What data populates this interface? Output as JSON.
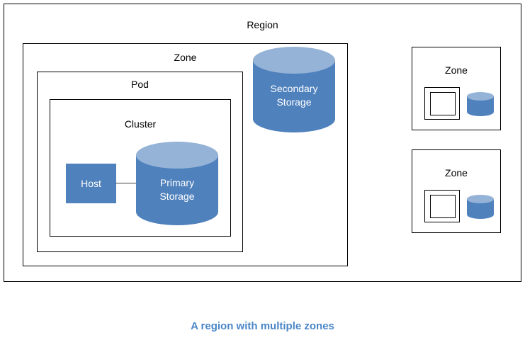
{
  "diagram": {
    "caption": "A region with multiple zones",
    "caption_color": "#4A86C8",
    "background_color": "#FFFFFF",
    "border_color": "#000000",
    "accent_color": "#4F81BD",
    "accent_light_color": "#95B3D7",
    "connector_color": "#404040",
    "region": {
      "label": "Region",
      "zone_main": {
        "label": "Zone",
        "pod": {
          "label": "Pod",
          "cluster": {
            "label": "Cluster",
            "host": {
              "label": "Host"
            },
            "primary_storage": {
              "label_line1": "Primary",
              "label_line2": "Storage"
            }
          }
        },
        "secondary_storage": {
          "label_line1": "Secondary",
          "label_line2": "Storage"
        }
      },
      "zones_small": [
        {
          "label": "Zone"
        },
        {
          "label": "Zone"
        }
      ]
    }
  }
}
